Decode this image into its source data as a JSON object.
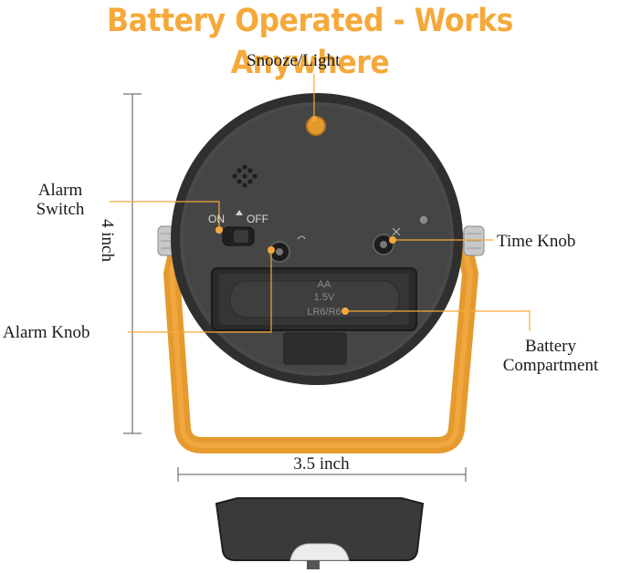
{
  "headline": "Battery Operated - Works Anywhere",
  "labels": {
    "snooze_light": "Snooze/Light",
    "alarm_switch_line1": "Alarm",
    "alarm_switch_line2": "Switch",
    "time_knob": "Time Knob",
    "alarm_knob": "Alarm Knob",
    "battery_line1": "Battery",
    "battery_line2": "Compartment"
  },
  "dimensions": {
    "height": "4 inch",
    "width": "3.5 inch"
  },
  "switch_text": {
    "on": "ON",
    "off": "OFF"
  },
  "battery_text": {
    "type": "AA",
    "voltage": "1.5V",
    "model": "LR6/R6"
  },
  "colors": {
    "accent": "#F5A93B",
    "body": "#3a3a3a",
    "stand": "#E59A2E",
    "callout_line": "#F5A93B"
  }
}
